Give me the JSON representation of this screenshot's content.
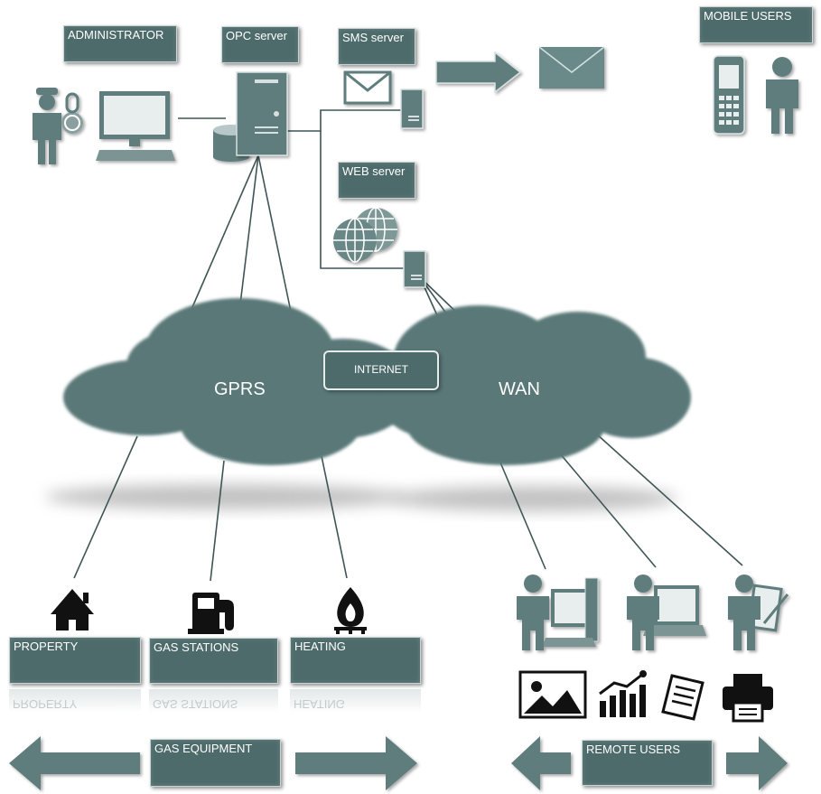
{
  "labels": {
    "administrator": "ADMINISTRATOR",
    "opc_server": "OPC server",
    "sms_server": "SMS server",
    "web_server": "WEB server",
    "mobile_users": "MOBILE USERS",
    "internet": "INTERNET",
    "gprs": "GPRS",
    "wan": "WAN",
    "property": "PROPERTY",
    "gas_stations": "GAS STATIONS",
    "heating": "HEATING",
    "gas_equipment": "GAS EQUIPMENT",
    "remote_users": "REMOTE USERS"
  },
  "colors": {
    "box": "#4d6b6b",
    "cloud": "#5a7878",
    "icon": "#5f7d7d",
    "icon_dark": "#1a1a1a"
  },
  "icons": [
    "admin-user-lock-icon",
    "monitor-icon",
    "database-icon",
    "server-tower-icon",
    "envelope-icon",
    "globe-icon",
    "arrow-right-icon",
    "mail-icon",
    "mobile-phone-icon",
    "user-icon",
    "house-icon",
    "fuel-pump-icon",
    "flame-icon",
    "user-workstation-icon",
    "user-laptop-icon",
    "user-clipboard-icon",
    "image-icon",
    "bar-chart-icon",
    "document-icon",
    "printer-icon",
    "arrow-left-icon"
  ]
}
